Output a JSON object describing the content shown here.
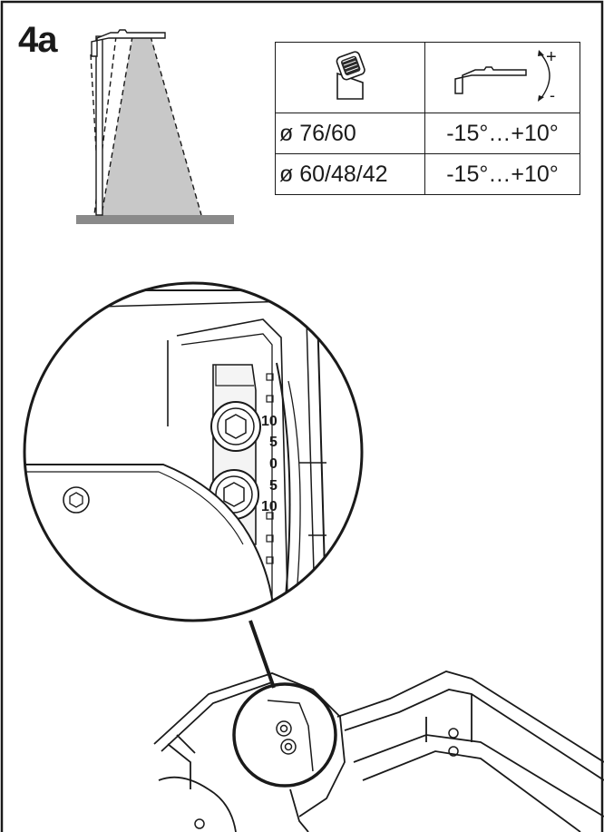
{
  "step": "4a",
  "table": {
    "rows": [
      {
        "diameter": "ø 76/60",
        "range": "-15°…+10°"
      },
      {
        "diameter": "ø 60/48/42",
        "range": "-15°…+10°"
      }
    ]
  },
  "tilt_signs": {
    "plus": "+",
    "minus": "-"
  },
  "scale": [
    "10",
    "5",
    "0",
    "5",
    "10"
  ],
  "colors": {
    "line": "#1a1a1a",
    "light_cone": "#c8c8c8",
    "ground": "#8a8a8a",
    "background": "#ffffff"
  },
  "icons": [
    "pole-light-icon",
    "post-top-icon",
    "tilt-luminaire-icon",
    "tilt-arrow-icon"
  ]
}
